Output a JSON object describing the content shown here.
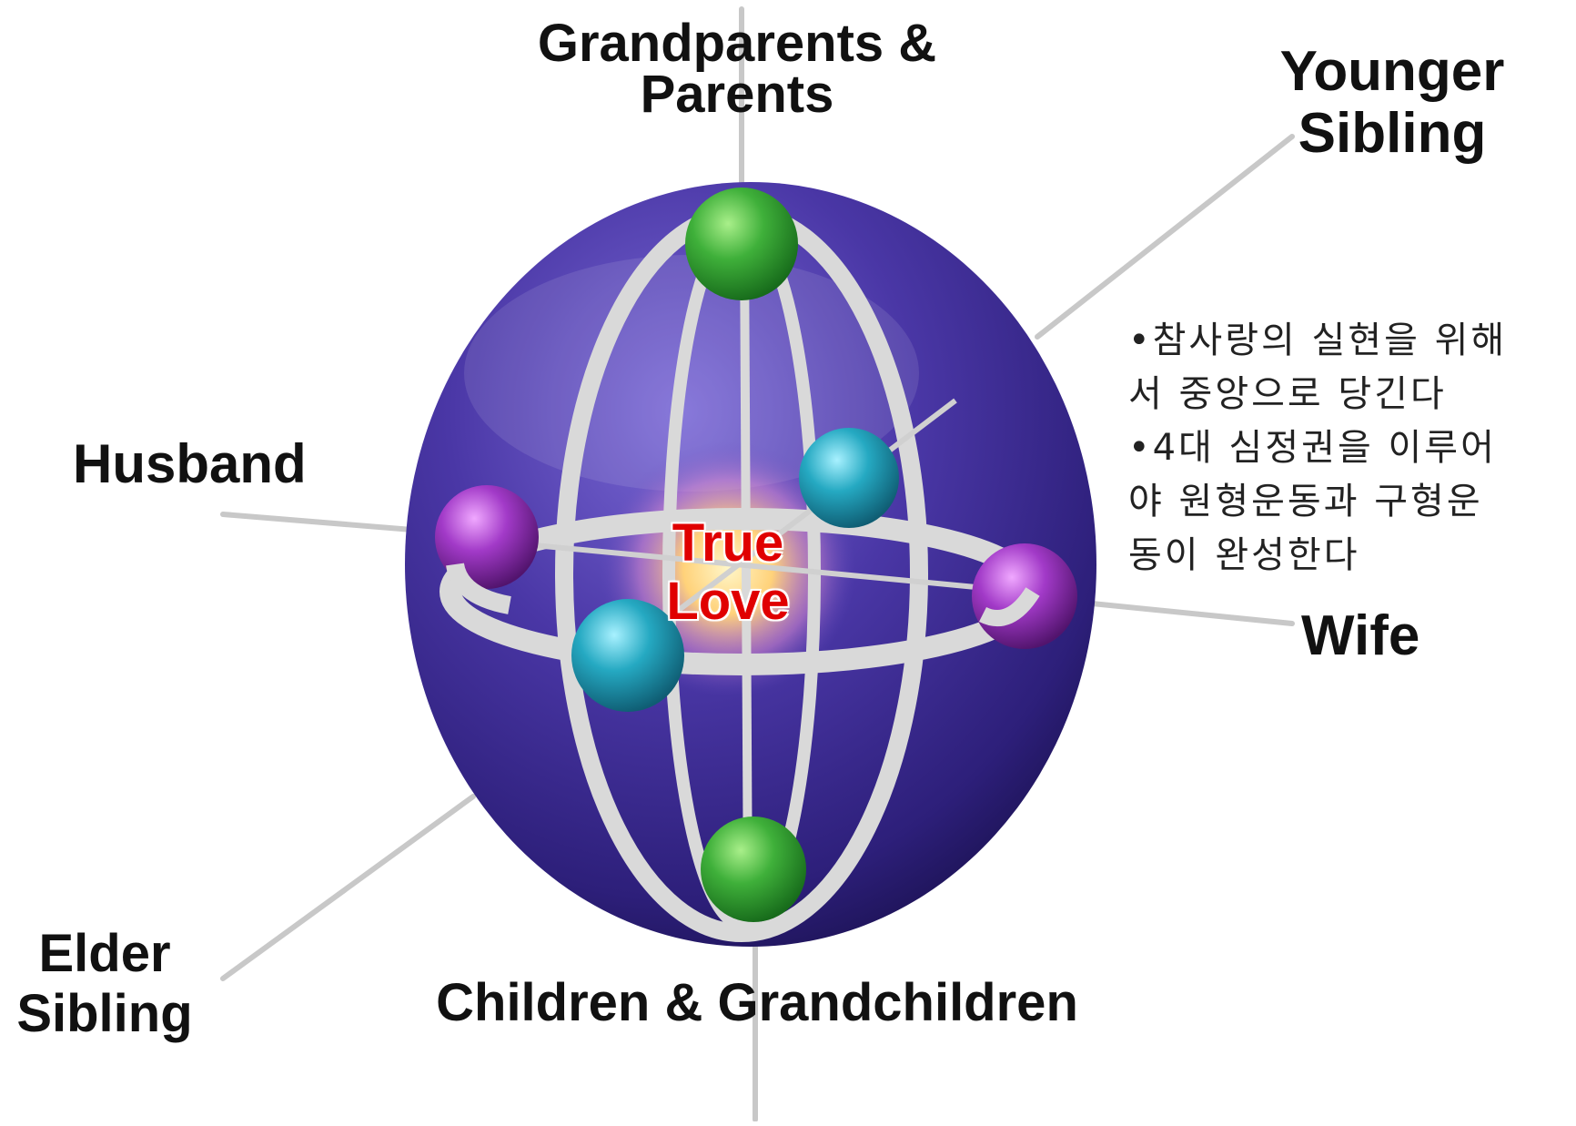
{
  "diagram": {
    "center_label_line1": "True",
    "center_label_line2": "Love",
    "labels": {
      "top_line1": "Grandparents &",
      "top_line2": "Parents",
      "younger_line1": "Younger",
      "younger_line2": "Sibling",
      "husband": "Husband",
      "wife": "Wife",
      "elder_line1": "Elder",
      "elder_line2": "Sibling",
      "bottom": "Children & Grandchildren"
    },
    "notes": [
      "•참사랑의 실현을 위해서 중앙으로 당긴다",
      "•4대 심정권을 이루어야 원형운동과 구형운동이 완성한다"
    ],
    "notes_lines": [
      "•참사랑의 실현을 위해",
      "서 중앙으로 당긴다",
      "•4대 심정권을 이루어",
      "야 원형운동과 구형운",
      "동이 완성한다"
    ],
    "colors": {
      "sphere": "#3b2a8f",
      "sphere_highlight": "#6a5ad0",
      "ring": "#d9d9d9",
      "green_ball": "#2e9a2e",
      "teal_ball": "#1fa3b8",
      "purple_ball": "#9a2fc0",
      "center_glow": "#ffd27a",
      "center_text": "#e00000"
    }
  }
}
